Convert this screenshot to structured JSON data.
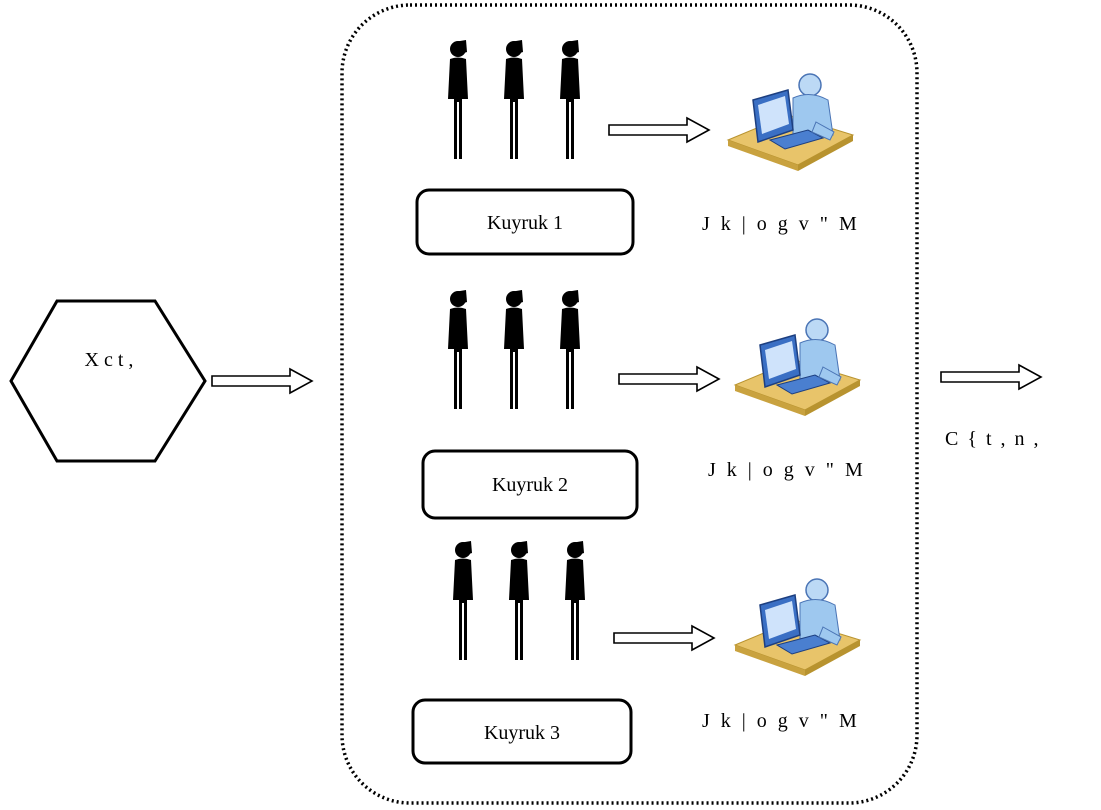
{
  "diagram": {
    "source": {
      "label": "X c t  ,"
    },
    "queues": [
      {
        "label": "Kuyruk 1",
        "server_label": "J k |  o g v \" M"
      },
      {
        "label": "Kuyruk 2",
        "server_label": "J k |  o g v \" M"
      },
      {
        "label": "Kuyruk 3",
        "server_label": "J k |  o g v \" M"
      }
    ],
    "exit": {
      "label": "C {  t  , n  ,"
    },
    "icons": {
      "customer": "person-silhouette-icon",
      "server": "clerk-at-computer-icon",
      "flow": "hollow-arrow-icon"
    },
    "colors": {
      "stroke": "#000000",
      "figure": "#000000",
      "desk": "#e8c46a",
      "monitor": "#2a5db0",
      "clerk": "#9ec8ef"
    }
  }
}
